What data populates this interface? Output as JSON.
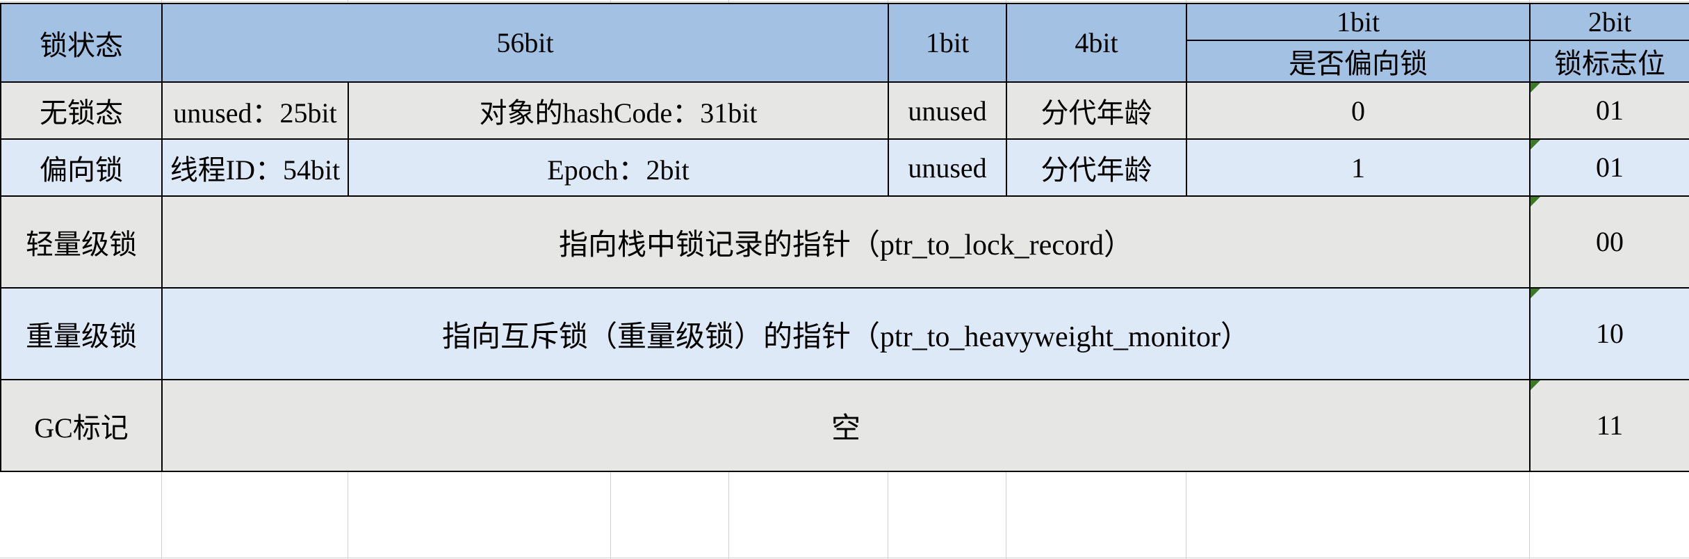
{
  "sheet": {
    "accent_header_fill": "#a3c2e3",
    "row_fill_gray": "#e6e6e5",
    "row_fill_blue": "#dde9f6",
    "border_color": "#000000",
    "comment_marker_color": "#3c7a28"
  },
  "header": {
    "lock_state": "锁状态",
    "bits_56": "56bit",
    "bits_1": "1bit",
    "bits_4": "4bit",
    "bits_1b": "1bit",
    "bits_2": "2bit",
    "is_biased": "是否偏向锁",
    "lock_flag": "锁标志位"
  },
  "rows": [
    {
      "state": "无锁态",
      "field_a": "unused：25bit",
      "field_b": "对象的hashCode：31bit",
      "one_bit": "unused",
      "four_bit": "分代年龄",
      "biased": "0",
      "flag": "01"
    },
    {
      "state": "偏向锁",
      "field_a": "线程ID：54bit",
      "field_b": "Epoch：2bit",
      "one_bit": "unused",
      "four_bit": "分代年龄",
      "biased": "1",
      "flag": "01"
    },
    {
      "state": "轻量级锁",
      "span_text": "指向栈中锁记录的指针（ptr_to_lock_record）",
      "flag": "00"
    },
    {
      "state": "重量级锁",
      "span_text": "指向互斥锁（重量级锁）的指针（ptr_to_heavyweight_monitor）",
      "flag": "10"
    },
    {
      "state": "GC标记",
      "span_text": "空",
      "flag": "11"
    }
  ]
}
